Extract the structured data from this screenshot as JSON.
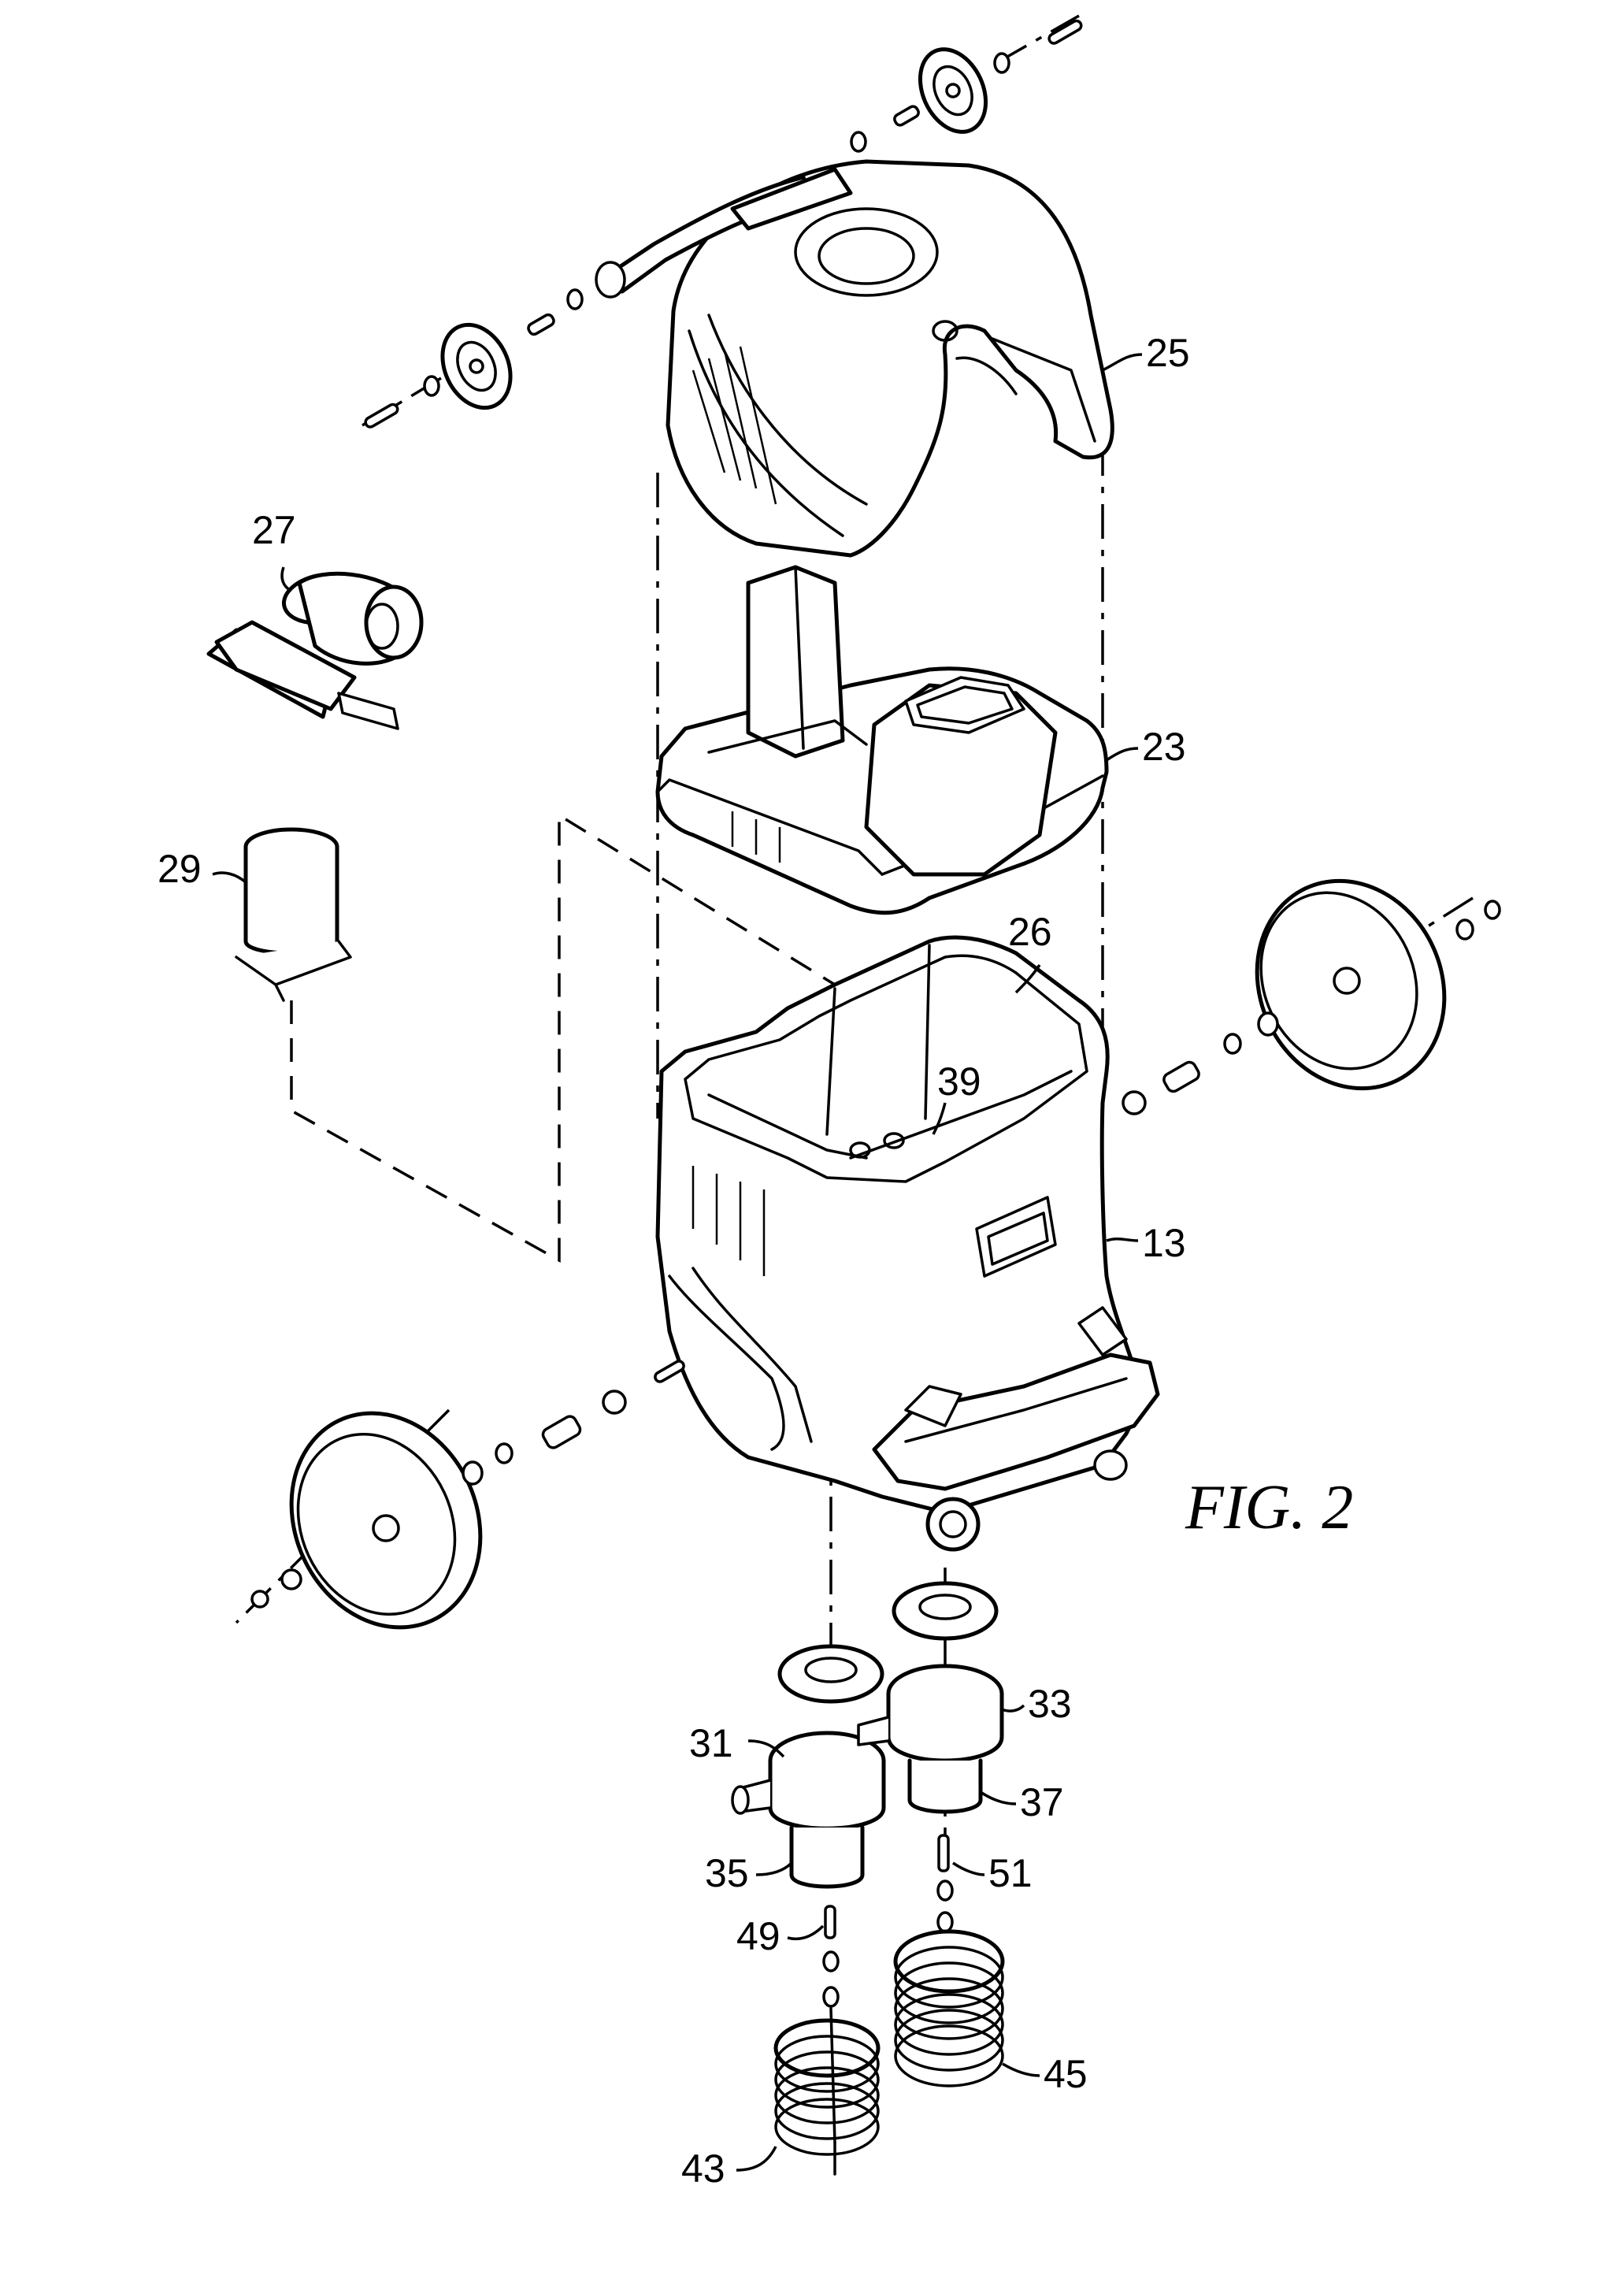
{
  "figure": {
    "title": "FIG. 2"
  },
  "reference_numerals": {
    "cover": "25",
    "motor": "27",
    "capacitor": "29",
    "upper_housing": "23",
    "cavity": "26",
    "floor": "39",
    "base_housing": "13",
    "inlet_fitting_left": "31",
    "inlet_fitting_right": "33",
    "nozzle_left": "35",
    "nozzle_right": "37",
    "pin_left": "49",
    "pin_right": "51",
    "coil_left": "43",
    "coil_right": "45"
  }
}
